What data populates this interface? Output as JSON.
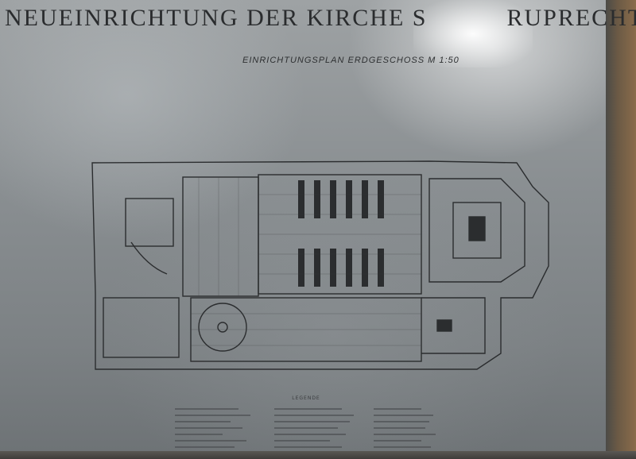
{
  "plaque": {
    "title": "NEUEINRICHTUNG DER KIRCHE S",
    "title_tail": "RUPRECHT",
    "subtitle": "EINRICHTUNGSPLAN  ERDGESCHOSS  M 1:50"
  },
  "legend": {
    "heading": "LEGENDE"
  },
  "colors": {
    "ink": "#2a2c2e",
    "paper": "#9ea2a4",
    "frame": "#6b5a45"
  }
}
